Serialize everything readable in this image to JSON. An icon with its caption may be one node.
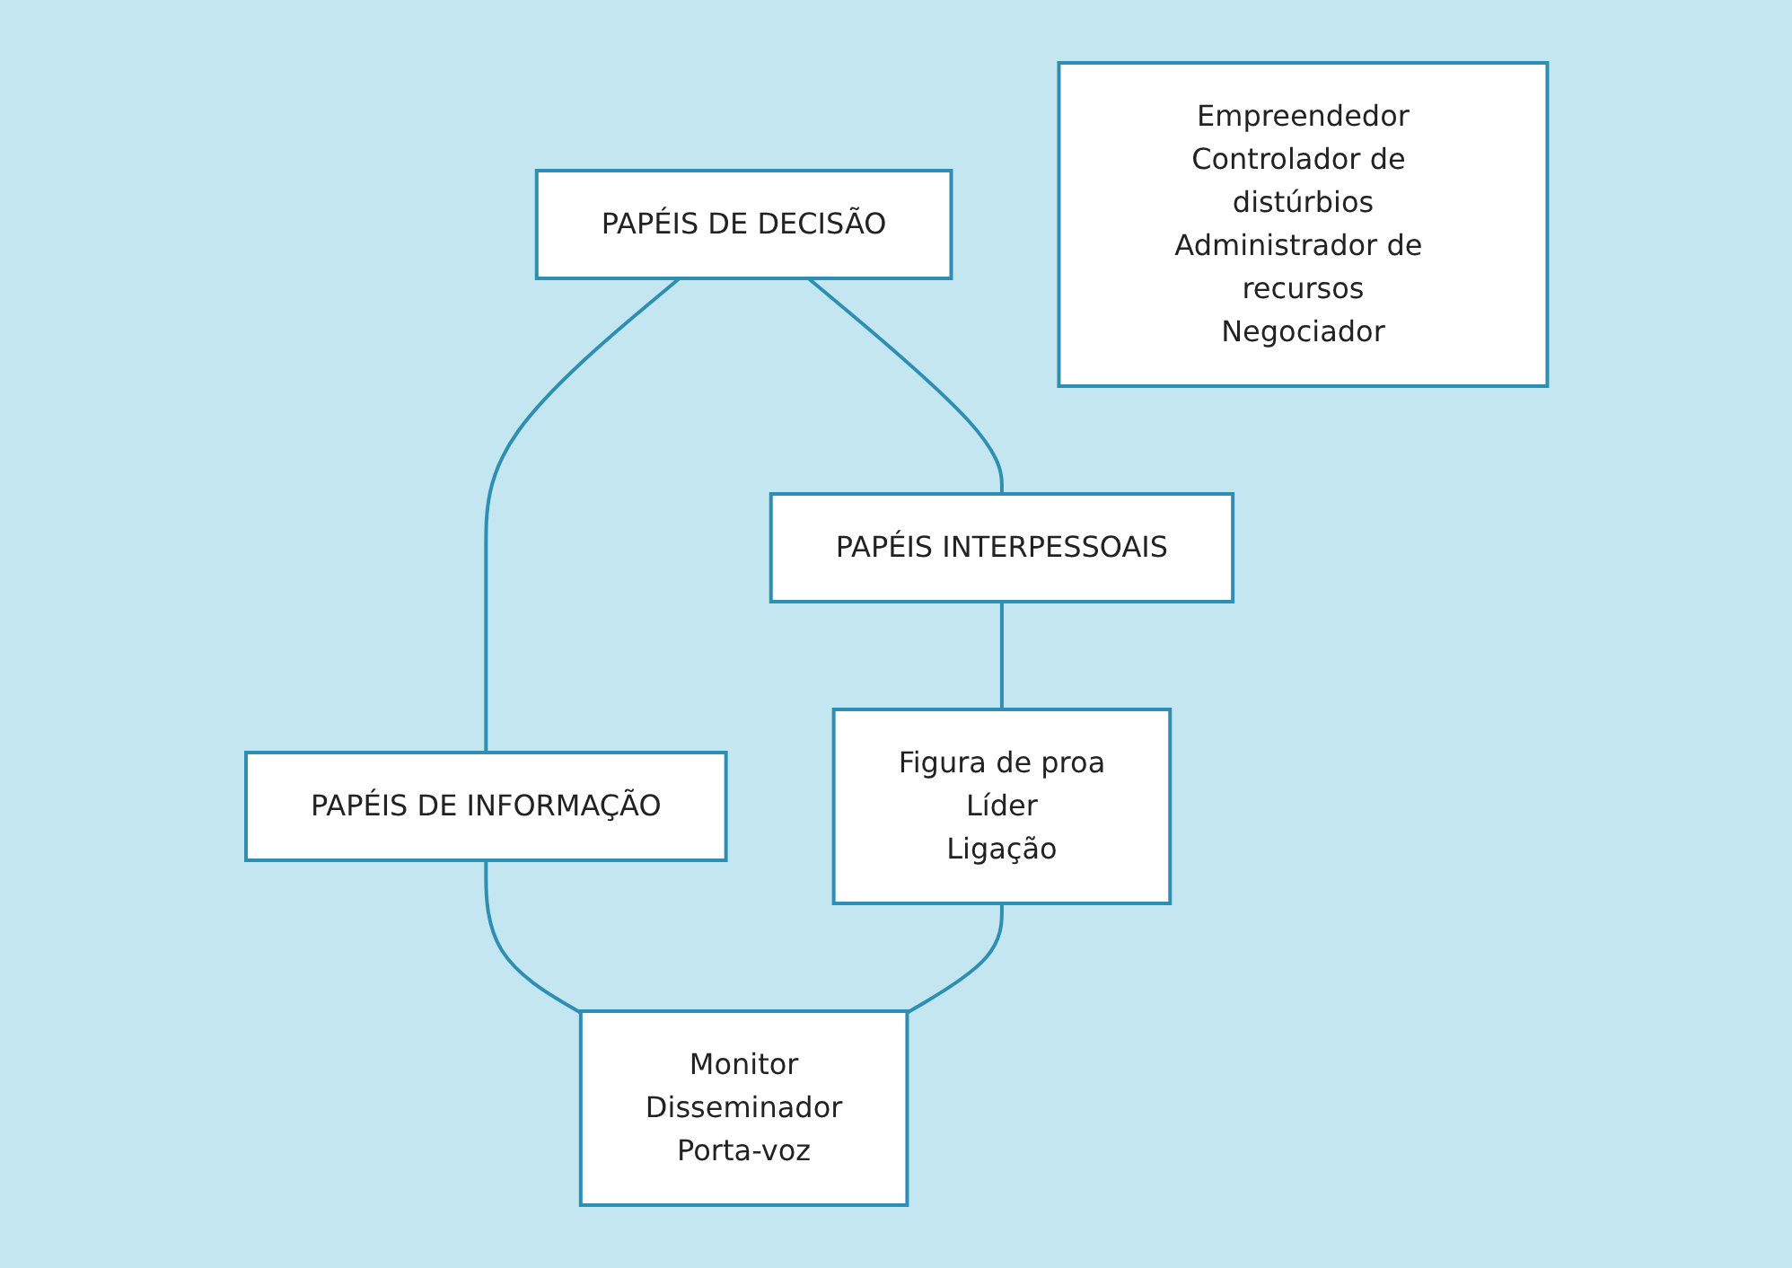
{
  "diagram": {
    "nodes": [
      {
        "text": [
          "PAPÉIS DE DECISÃO"
        ]
      },
      {
        "text": [
          "Empreendedor",
          "Controlador de distúrbios",
          "Administrador de recursos",
          "Negociador"
        ]
      },
      {
        "text": [
          "PAPÉIS INTERPESSOAIS"
        ]
      },
      {
        "text": [
          "PAPÉIS DE INFORMAÇÃO"
        ]
      },
      {
        "text": [
          "Figura de proa",
          "Líder",
          "Ligação"
        ]
      },
      {
        "text": [
          "Monitor",
          "Disseminador",
          "Porta-voz"
        ]
      }
    ],
    "edges": [
      {
        "from": 0,
        "to": 2,
        "arrow": "none"
      },
      {
        "from": 0,
        "to": 3,
        "arrow": "none"
      },
      {
        "from": 2,
        "to": 4,
        "arrow": "none"
      },
      {
        "from": 3,
        "to": 5,
        "arrow": "none"
      },
      {
        "from": 4,
        "to": 5,
        "arrow": "none"
      }
    ]
  }
}
